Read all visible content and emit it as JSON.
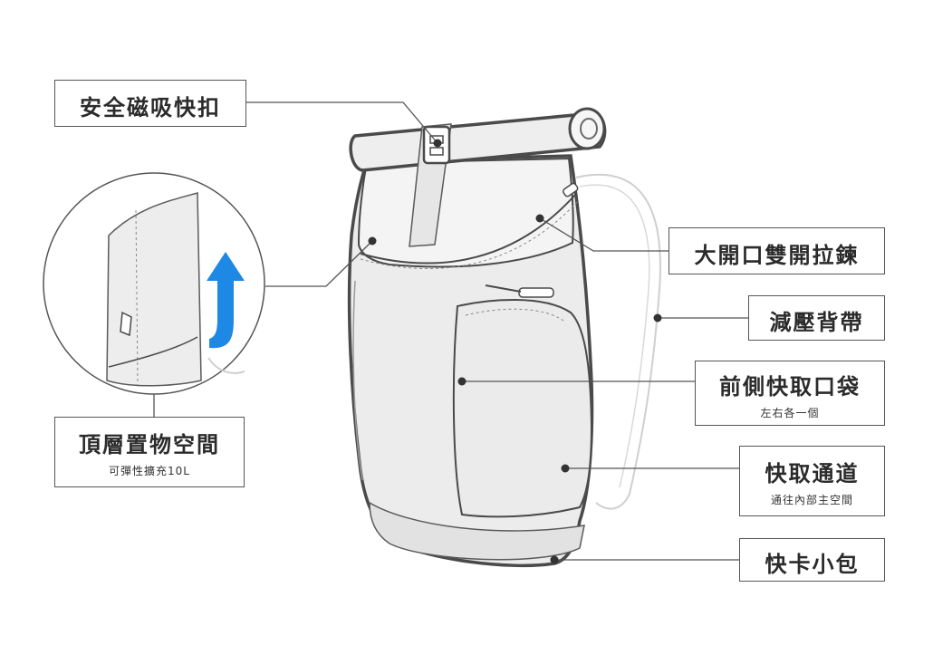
{
  "callouts": {
    "magnetic_buckle": {
      "title": "安全磁吸快扣"
    },
    "top_storage": {
      "title": "頂層置物空間",
      "subtitle": "可彈性擴充10L"
    },
    "double_zipper": {
      "title": "大開口雙開拉鍊"
    },
    "shoulder_straps": {
      "title": "減壓背帶"
    },
    "front_pockets": {
      "title": "前側快取口袋",
      "subtitle": "左右各一個"
    },
    "quick_access": {
      "title": "快取通道",
      "subtitle": "通往內部主空間"
    },
    "clip_pouch": {
      "title": "快卡小包"
    }
  },
  "colors": {
    "outline": "#4a4a4a",
    "fill": "#ececec",
    "fill_light": "#f4f4f4",
    "leader_line": "#555555",
    "arrow": "#1e88e5"
  },
  "icons": [
    "up-arrow-icon"
  ]
}
